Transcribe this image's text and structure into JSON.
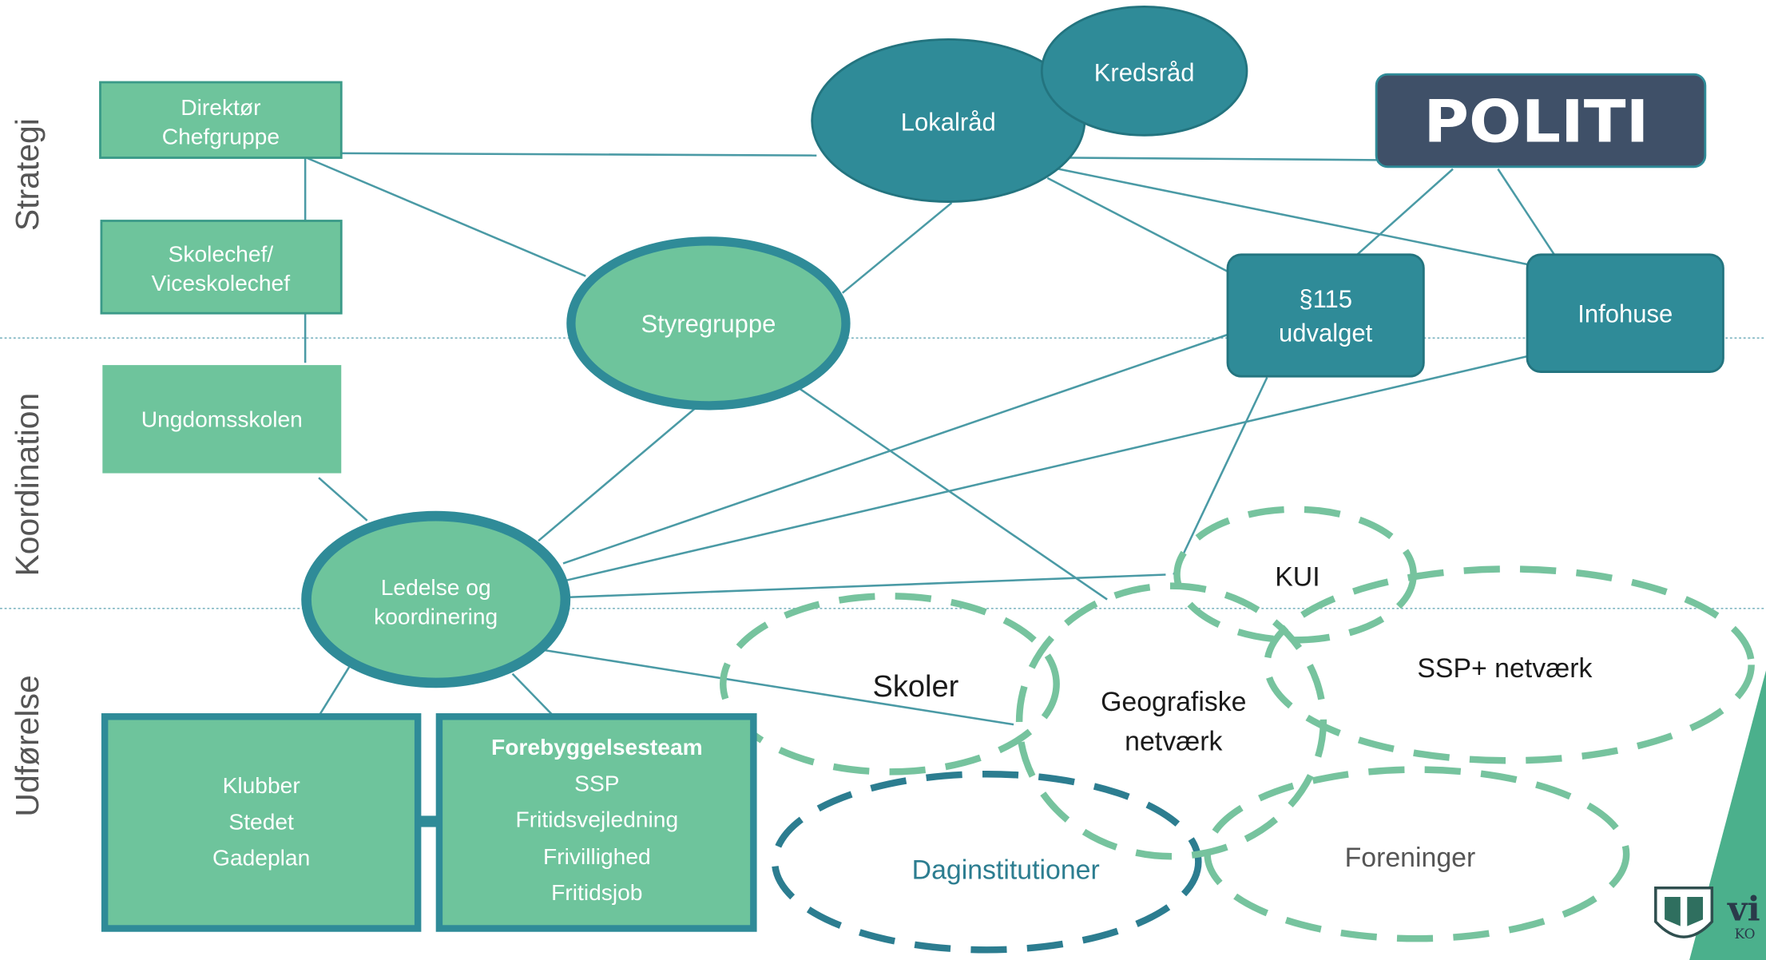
{
  "colors": {
    "teal_dark": "#2f8b98",
    "teal_stroke": "#23747f",
    "green_light": "#6ec49c",
    "green_dark_stroke": "#3a9a88",
    "dashed_green": "#76c39e",
    "dashed_blue": "#2c7d90",
    "politi_bg": "#3f5068",
    "line": "#4a9aa5",
    "sep": "#7fb6c2",
    "label_grey": "#555555",
    "logo_green": "#4bb08c"
  },
  "rows": {
    "strategi": "Strategi",
    "koordination": "Koordination",
    "udforelse": "Udførelse"
  },
  "nodes": {
    "direktor": [
      "Direktør",
      "Chefgruppe"
    ],
    "skolechef": [
      "Skolechef/",
      "Viceskolechef"
    ],
    "ungdomsskolen": "Ungdomsskolen",
    "styregruppe": "Styregruppe",
    "lokalraad": "Lokalråd",
    "kredsraad": "Kredsråd",
    "politi": "POLITI",
    "p115": [
      "§115",
      "udvalget"
    ],
    "infohuse": "Infohuse",
    "ledelse": [
      "Ledelse og",
      "koordinering"
    ],
    "klubber": [
      "Klubber",
      "Stedet",
      "Gadeplan"
    ],
    "forebyggelse": {
      "title": "Forebyggelsesteam",
      "items": [
        "SSP",
        "Fritidsvejledning",
        "Frivillighed",
        "Fritidsjob"
      ]
    }
  },
  "networks": {
    "kui": "KUI",
    "skoler": "Skoler",
    "geografiske": [
      "Geografiske",
      "netværk"
    ],
    "ssp_plus": "SSP+ netværk",
    "daginstitutioner": "Daginstitutioner",
    "foreninger": "Foreninger"
  },
  "logo": {
    "text_line1": "vi",
    "text_line2": "KO"
  }
}
